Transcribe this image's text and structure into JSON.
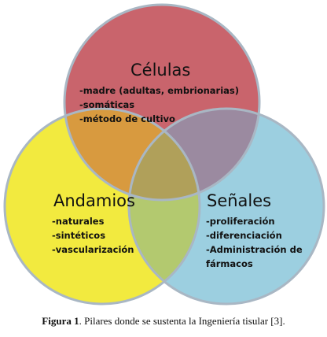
{
  "circles": [
    {
      "key": "celulas",
      "title": "Células",
      "items": [
        "-madre (adultas, embrionarias)",
        "-somáticas",
        "-método de cultivo"
      ],
      "fill": "#c9646c",
      "stroke": "#a9b7c4"
    },
    {
      "key": "andamios",
      "title": "Andamios",
      "items": [
        "-naturales",
        "-sintéticos",
        "-vascularización"
      ],
      "fill": "#f2ea3f",
      "stroke": "#a9b7c4"
    },
    {
      "key": "senales",
      "title": "Señales",
      "items": [
        "-proliferación",
        "-diferenciación",
        "-Administración de",
        "fármacos"
      ],
      "fill": "#9ccfe0",
      "stroke": "#a9b7c4"
    }
  ],
  "overlap_colors": {
    "celulas_andamios": "#d89a3f",
    "celulas_senales": "#9b8aa0",
    "andamios_senales": "#b3c96f",
    "center": "#b0a05a"
  },
  "caption": {
    "label": "Figura 1",
    "text": ". Pilares donde se sustenta la Ingeniería tisular [3]."
  }
}
